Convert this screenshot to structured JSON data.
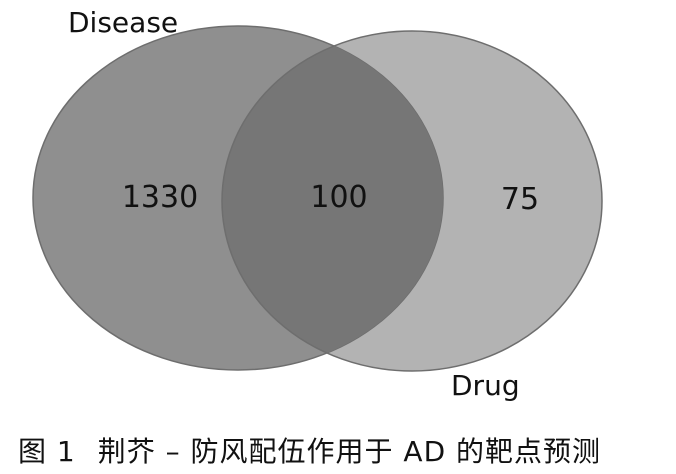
{
  "venn": {
    "sets": [
      {
        "name": "Disease",
        "count": "1330"
      },
      {
        "name": "Drug",
        "count": "75"
      }
    ],
    "intersection": {
      "count": "100"
    },
    "colors": {
      "disease_fill": "#8f8f8f",
      "drug_fill": "#b3b3b3",
      "overlap_fill": "#767676",
      "outline": "#6e6e6e"
    }
  },
  "caption": {
    "figure_number": "图 1",
    "text": "荆芥 – 防风配伍作用于 AD 的靶点预测"
  }
}
